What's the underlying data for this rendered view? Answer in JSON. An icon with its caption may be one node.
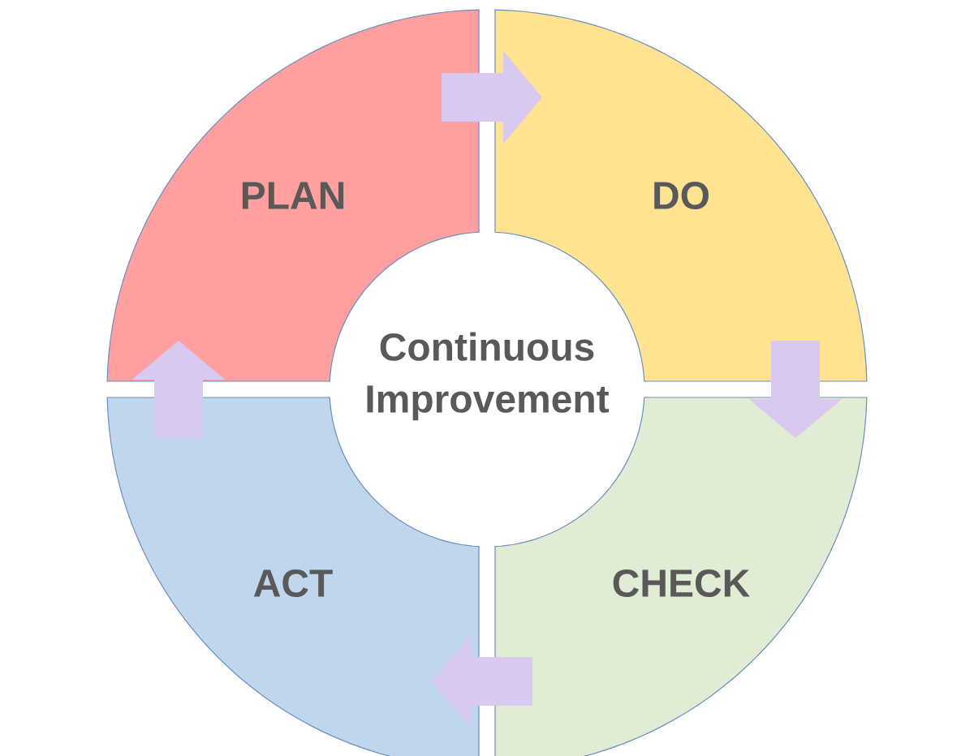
{
  "diagram": {
    "nodes": [
      {
        "text": [
          "PLAN"
        ]
      },
      {
        "text": [
          "DO"
        ]
      },
      {
        "text": [
          "CHECK"
        ]
      },
      {
        "text": [
          "ACT"
        ]
      }
    ],
    "edges": [
      {
        "from": 0,
        "to": 1,
        "arrow": "to"
      },
      {
        "from": 1,
        "to": 2,
        "arrow": "to"
      },
      {
        "from": 2,
        "to": 3,
        "arrow": "to"
      },
      {
        "from": 3,
        "to": 0,
        "arrow": "to"
      }
    ],
    "labels": [
      "Continuous Improvement"
    ]
  }
}
